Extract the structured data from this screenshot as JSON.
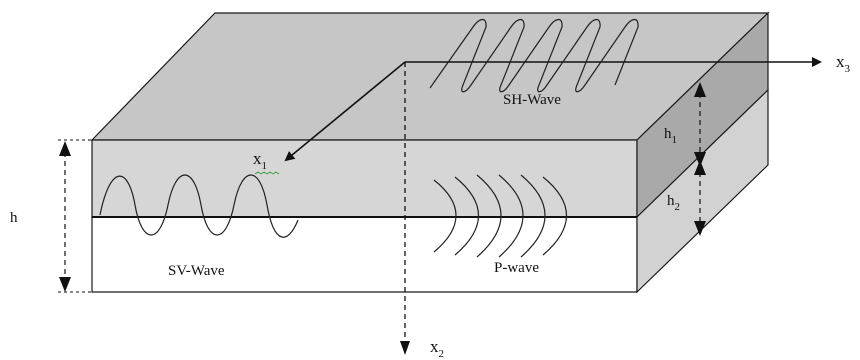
{
  "labels": {
    "x1": "x",
    "x1_sub": "1",
    "x2": "x",
    "x2_sub": "2",
    "x3": "x",
    "x3_sub": "3",
    "h": "h",
    "h1": "h",
    "h1_sub": "1",
    "h2": "h",
    "h2_sub": "2",
    "sh_wave": "SH-Wave",
    "sv_wave": "SV-Wave",
    "p_wave": "P-wave"
  },
  "colors": {
    "top_face": "#c6c6c6",
    "front_upper": "#d6d6d6",
    "front_lower": "#ffffff",
    "side_upper": "#a9a9a9",
    "side_lower": "#d2d2d2",
    "stroke": "#1a1a1a"
  }
}
